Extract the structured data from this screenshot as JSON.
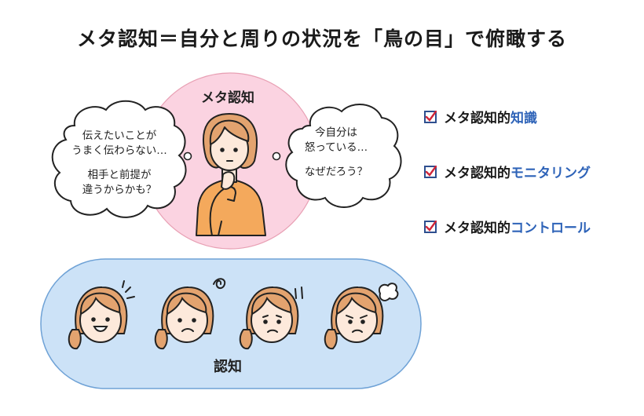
{
  "title": "メタ認知＝自分と周りの状況を「鳥の目」で俯瞰する",
  "meta_circle": {
    "label": "メタ認知",
    "left_bubble": [
      "伝えたいことが",
      "うまく伝わらない…",
      "相手と前提が",
      "違うからかも？"
    ],
    "right_bubble": [
      "今自分は",
      "怒っている…",
      "なぜだろう？"
    ]
  },
  "ninchi": {
    "label": "認知"
  },
  "checklist": [
    {
      "prefix": "メタ認知的",
      "highlight": "知識"
    },
    {
      "prefix": "メタ認知的",
      "highlight": "モニタリング"
    },
    {
      "prefix": "メタ認知的",
      "highlight": "コントロール"
    }
  ],
  "colors": {
    "pink": "#fbd3e1",
    "pink_border": "#e8a0b4",
    "blue": "#cce2f7",
    "blue_border": "#6fa2d6",
    "highlight": "#2e63b8",
    "check": "#d0263a",
    "hair": "#e3a36f",
    "sweater": "#f4a95c",
    "skin": "#fde9db"
  }
}
